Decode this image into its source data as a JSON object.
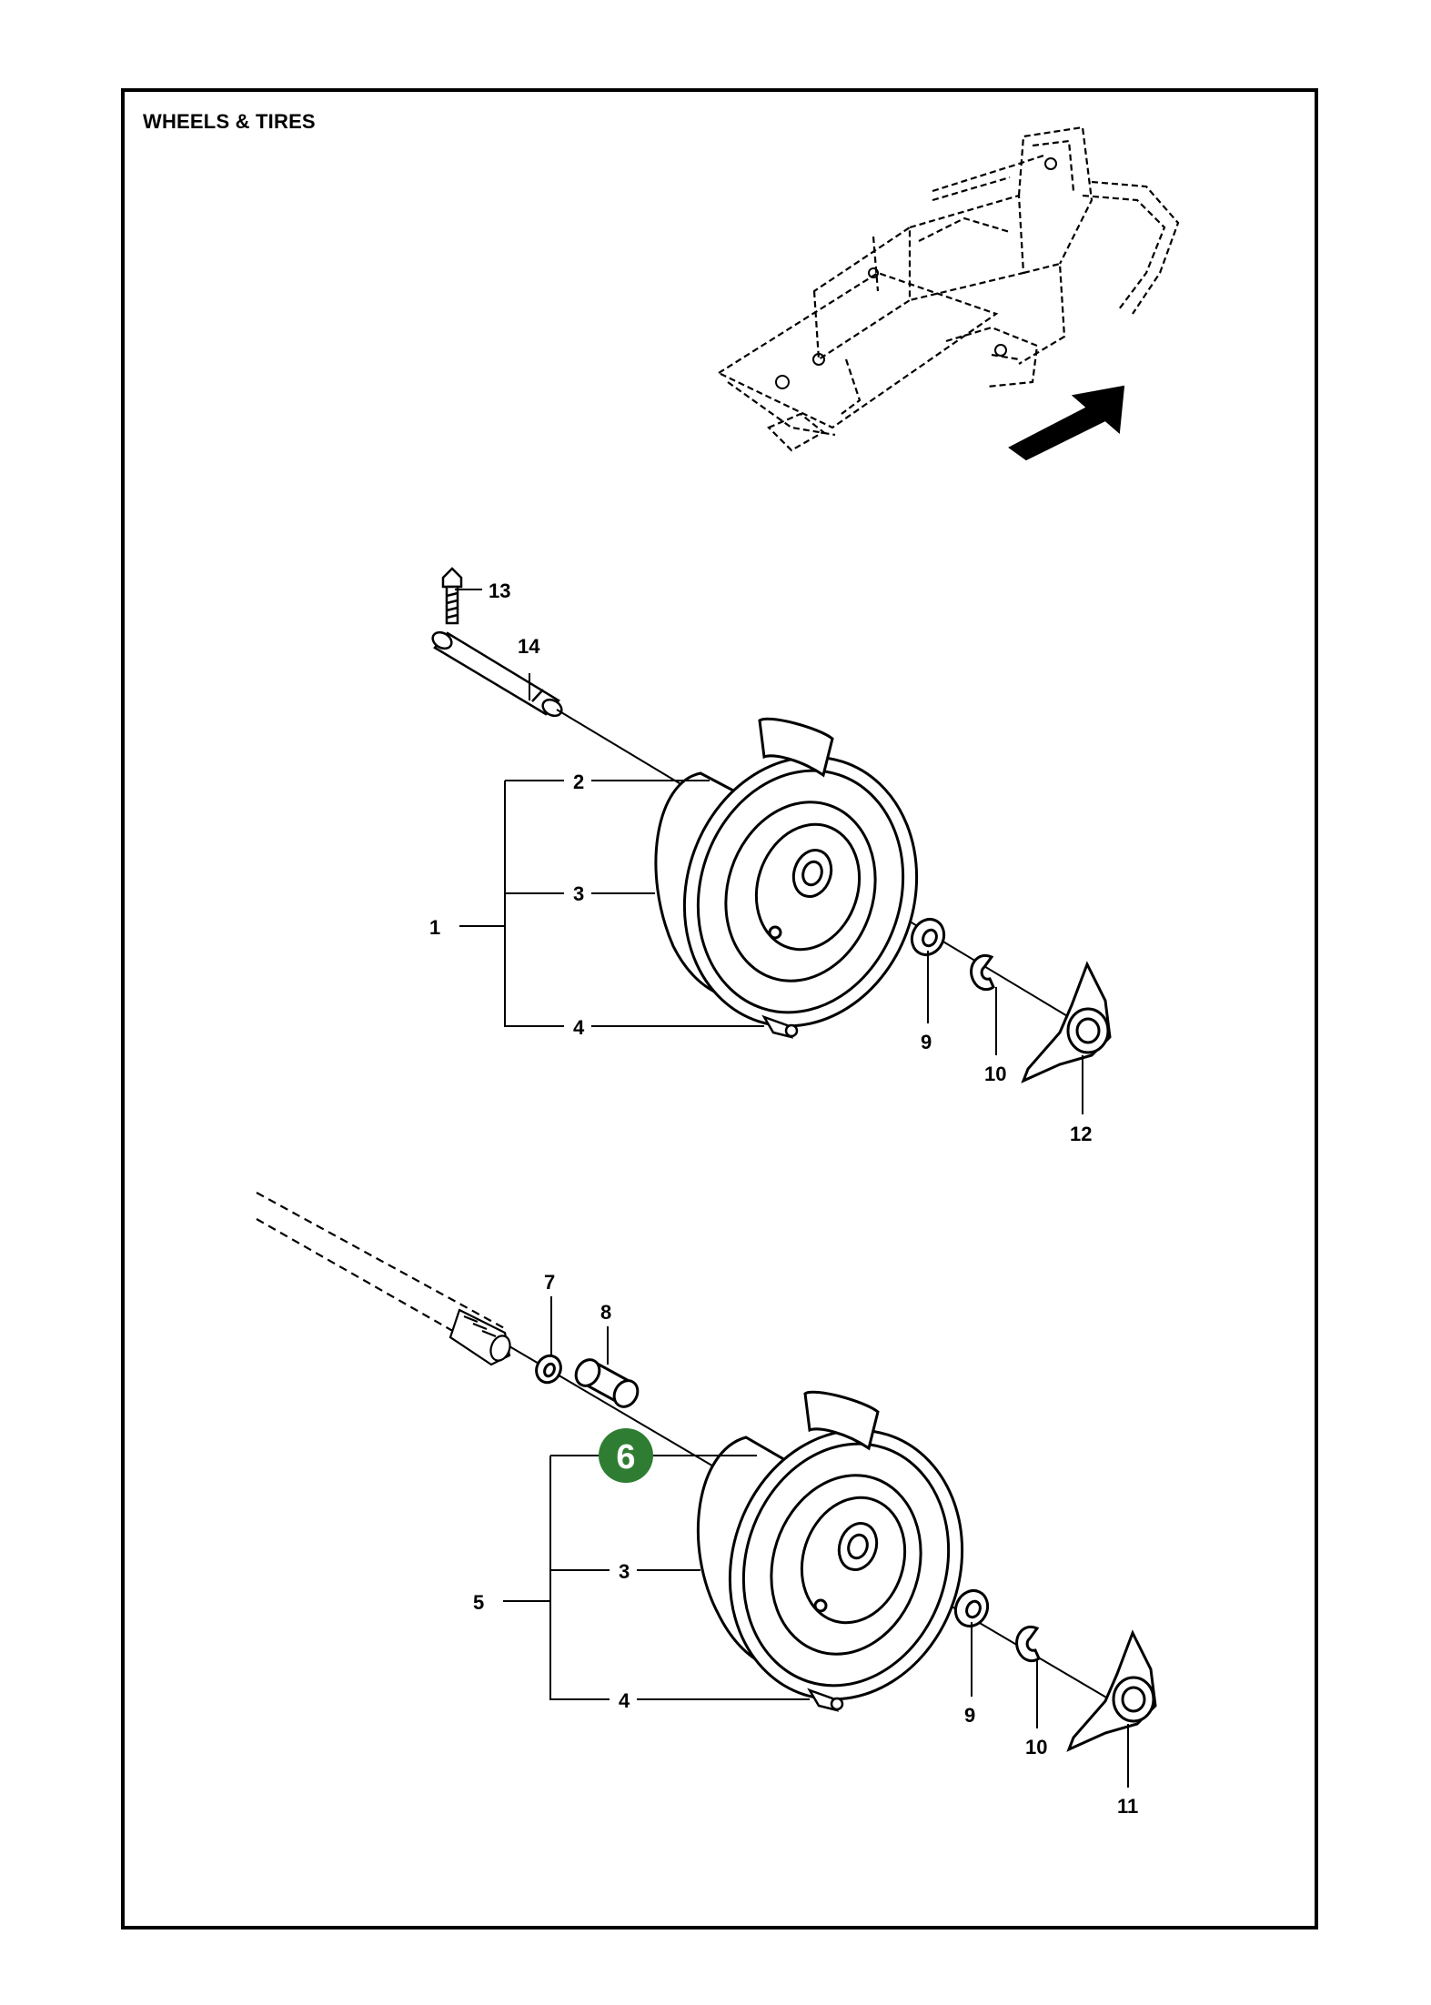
{
  "title": "WHEELS & TIRES",
  "colors": {
    "highlight": "#2f7d32",
    "line": "#000000",
    "background": "#ffffff"
  },
  "icons": {
    "direction": "direction-arrow-icon"
  },
  "top_assembly": {
    "labels": {
      "1": "1",
      "2": "2",
      "3": "3",
      "4": "4",
      "9": "9",
      "10": "10",
      "12": "12",
      "13": "13",
      "14": "14"
    }
  },
  "bottom_assembly": {
    "highlighted_label": "6",
    "labels": {
      "3": "3",
      "4": "4",
      "5": "5",
      "7": "7",
      "8": "8",
      "9": "9",
      "10": "10",
      "11": "11"
    }
  }
}
